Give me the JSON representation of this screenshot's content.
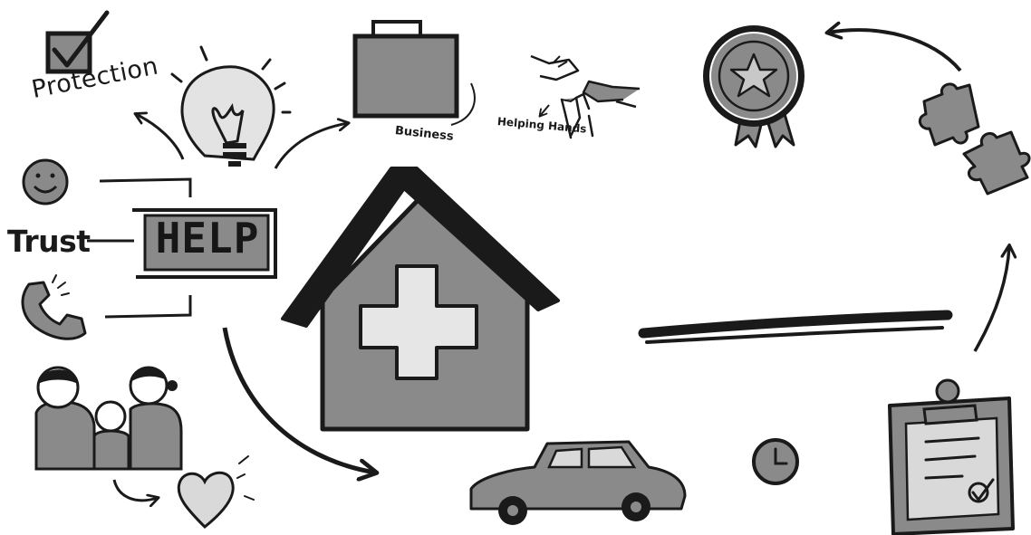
{
  "labels": {
    "protection": "Protection",
    "trust": "Trust",
    "help": "HELP",
    "business": "Business",
    "helping_hands": "Helping Hands"
  },
  "colors": {
    "ink": "#1a1a1a",
    "fill": "#8a8a8a",
    "light_fill": "#d9d9d9",
    "background": "#ffffff"
  },
  "icons": [
    "checkbox-icon",
    "lightbulb-icon",
    "smiley-icon",
    "phone-icon",
    "family-icon",
    "heart-icon",
    "briefcase-icon",
    "helping-hands-icon",
    "award-badge-icon",
    "puzzle-icon",
    "house-icon",
    "car-icon",
    "clock-icon",
    "clipboard-icon"
  ]
}
